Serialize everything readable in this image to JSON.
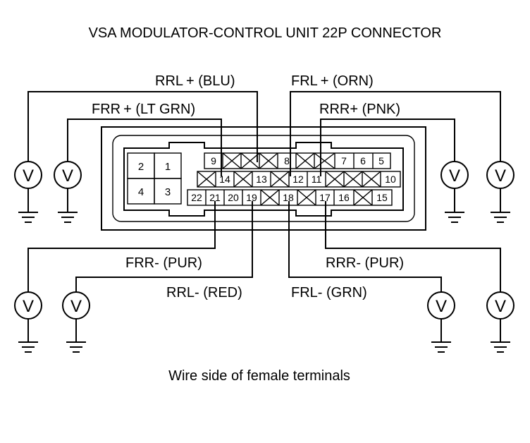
{
  "title": "VSA MODULATOR-CONTROL UNIT 22P CONNECTOR",
  "caption": "Wire side of female terminals",
  "meter_symbol": "V",
  "wire_labels": {
    "rrl_plus": "RRL + (BLU)",
    "frl_plus": "FRL + (ORN)",
    "frr_plus": "FRR + (LT GRN)",
    "rrr_plus": "RRR+ (PNK)",
    "frr_minus": "FRR- (PUR)",
    "rrl_minus": "RRL- (RED)",
    "rrr_minus": "RRR- (PUR)",
    "frl_minus": "FRL- (GRN)"
  },
  "large_terminals": [
    "2",
    "1",
    "4",
    "3"
  ],
  "terminals": {
    "t5": "5",
    "t6": "6",
    "t7": "7",
    "t8": "8",
    "t9": "9",
    "t10": "10",
    "t11": "11",
    "t12": "12",
    "t13": "13",
    "t14": "14",
    "t15": "15",
    "t16": "16",
    "t17": "17",
    "t18": "18",
    "t19": "19",
    "t20": "20",
    "t21": "21",
    "t22": "22"
  }
}
